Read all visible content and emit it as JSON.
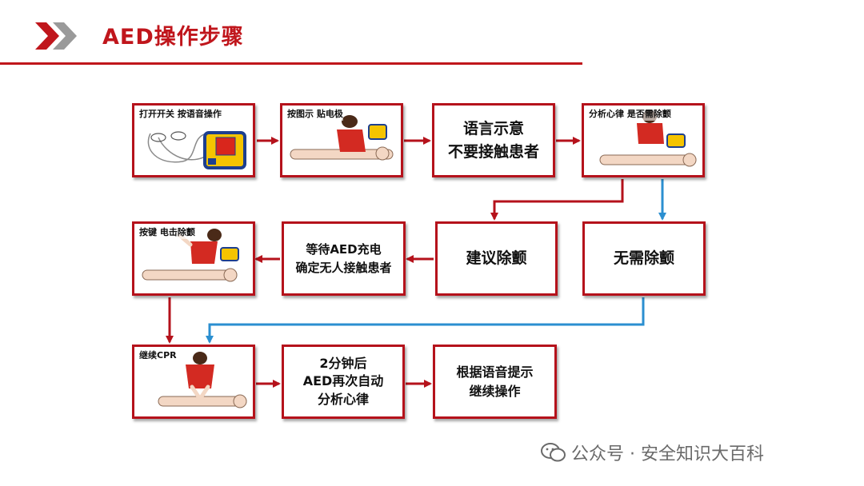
{
  "header": {
    "title": "AED操作步骤"
  },
  "colors": {
    "accent_red": "#c0161c",
    "border_red": "#b5121b",
    "arrow_red": "#b5121b",
    "arrow_blue": "#2b8fd0"
  },
  "steps": {
    "turn_on": {
      "caption_lines": [
        "打开开关",
        "按语音操作"
      ]
    },
    "attach_pads": {
      "caption_lines": [
        "按图示",
        "贴电极"
      ]
    },
    "dont_touch": {
      "lines": [
        "语言示意",
        "不要接触患者"
      ]
    },
    "analyze": {
      "caption_lines": [
        "分析心律",
        "是否需除颤"
      ]
    },
    "shock_advised": {
      "lines": [
        "建议除颤"
      ]
    },
    "no_shock": {
      "lines": [
        "无需除颤"
      ]
    },
    "wait_charge": {
      "lines": [
        "等待AED充电",
        "确定无人接触患者"
      ]
    },
    "press_shock": {
      "caption_lines": [
        "按键",
        "电击除颤"
      ]
    },
    "continue_cpr": {
      "caption_lines": [
        "继续CPR"
      ]
    },
    "reanalyze": {
      "lines": [
        "2分钟后",
        "AED再次自动",
        "分析心律"
      ]
    },
    "follow_voice": {
      "lines": [
        "根据语音提示",
        "继续操作"
      ]
    }
  },
  "watermark": {
    "text": "公众号 · 安全知识大百科",
    "icon": "wechat-icon"
  }
}
